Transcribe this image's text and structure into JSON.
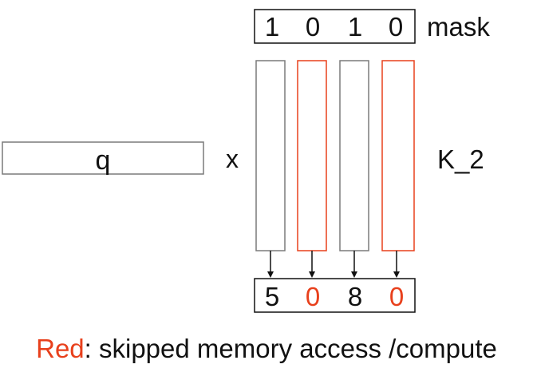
{
  "colors": {
    "normal": "#7a7a7a",
    "skipped": "#e8401c",
    "text": "#111111"
  },
  "query": {
    "label": "q"
  },
  "operator": "x",
  "matrix": {
    "label": "K_2"
  },
  "mask": {
    "label": "mask",
    "values": [
      "1",
      "0",
      "1",
      "0"
    ]
  },
  "output": {
    "values": [
      "5",
      "0",
      "8",
      "0"
    ]
  },
  "columns": [
    {
      "skipped": false
    },
    {
      "skipped": true
    },
    {
      "skipped": false
    },
    {
      "skipped": true
    }
  ],
  "caption": {
    "highlight": "Red",
    "rest": ": skipped memory access /compute"
  }
}
